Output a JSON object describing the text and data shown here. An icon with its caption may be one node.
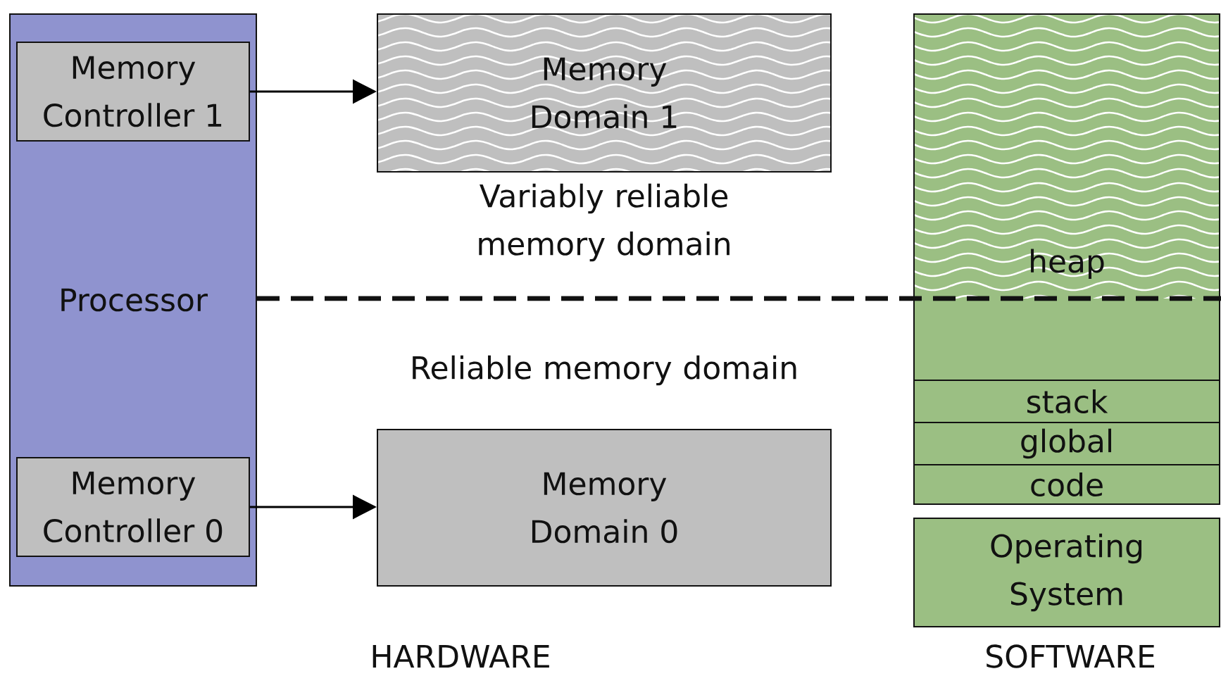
{
  "diagram": {
    "nodes": [
      {
        "text": [
          "Processor"
        ]
      },
      {
        "text": [
          "Memory Controller 1"
        ],
        "in": 0
      },
      {
        "text": [
          "Memory Controller 0"
        ],
        "in": 0
      },
      {
        "text": [
          "Memory Domain 1"
        ]
      },
      {
        "text": [
          "Memory Domain 0"
        ]
      },
      {
        "text": [
          "heap"
        ]
      },
      {
        "text": [
          "stack"
        ]
      },
      {
        "text": [
          "global"
        ]
      },
      {
        "text": [
          "code"
        ]
      },
      {
        "text": [
          "Operating System"
        ]
      }
    ],
    "edges": [
      {
        "from": 1,
        "to": 3,
        "arrow": "to"
      },
      {
        "from": 2,
        "to": 4,
        "arrow": "to"
      }
    ],
    "labels": [
      "Variably reliable memory domain",
      "Reliable memory domain",
      "HARDWARE",
      "SOFTWARE"
    ]
  }
}
